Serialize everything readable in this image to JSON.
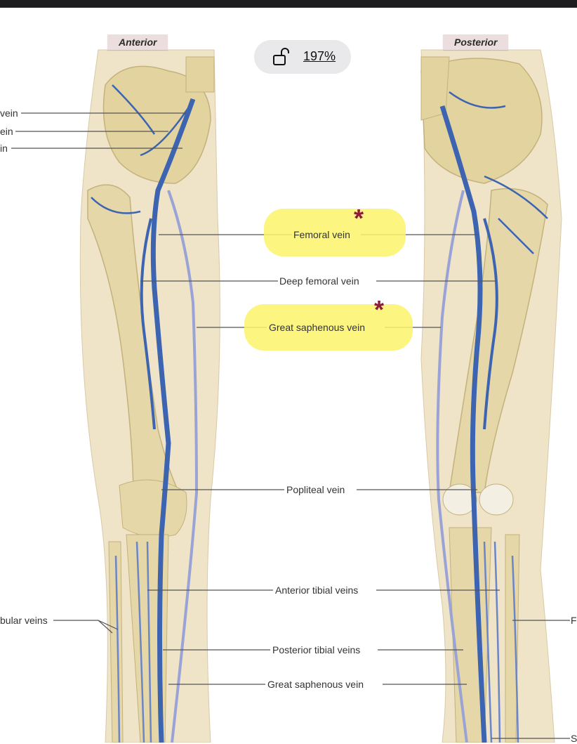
{
  "window": {
    "zoom": "197%",
    "lock_icon": "unlock-icon"
  },
  "views": {
    "anterior": "Anterior",
    "posterior": "Posterior"
  },
  "labels": {
    "left_edge": [
      "vein",
      "ein",
      "in",
      "bular veins"
    ],
    "center": {
      "femoral_vein": "Femoral vein",
      "deep_femoral_vein": "Deep femoral vein",
      "great_saphenous_vein": "Great saphenous vein",
      "popliteal_vein": "Popliteal vein",
      "anterior_tibial_veins": "Anterior tibial veins",
      "posterior_tibial_veins": "Posterior tibial veins",
      "great_saphenous_vein_lower": "Great saphenous vein"
    },
    "right_edge": [
      "F",
      "S"
    ]
  },
  "annotations": {
    "star_symbol": "*",
    "highlight_color": "#fbf36a",
    "star_color": "#8b1c3a"
  },
  "colors": {
    "bone": "#e8dcb4",
    "skin": "#efe3c8",
    "deep_vein": "#3d64b0",
    "superficial_vein": "#9aa3d6"
  }
}
